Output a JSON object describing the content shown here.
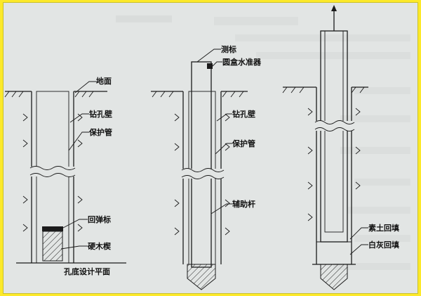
{
  "figure": {
    "panel_a": {
      "ground": "地面",
      "borehole_wall": "钻孔壁",
      "casing": "保护管",
      "rebound_mark": "回弹标",
      "hardwood_wedge": "硬木楔",
      "hole_bottom": "孔底设计平面"
    },
    "panel_b": {
      "survey_mark": "测标",
      "circular_level": "圆盒水准器",
      "borehole_wall": "钻孔壁",
      "casing": "保护管",
      "auxiliary_rod": "辅助杆"
    },
    "panel_c": {
      "plain_soil_backfill": "素土回填",
      "lime_backfill": "白灰回填"
    }
  },
  "colors": {
    "page_border": "#fce92a",
    "paper": "#e2e5e4",
    "ink": "#1b1b1b"
  }
}
